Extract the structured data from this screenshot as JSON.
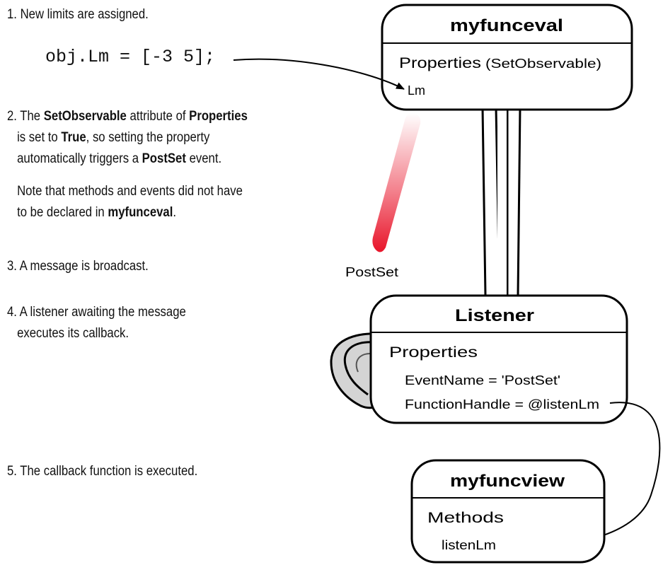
{
  "steps": {
    "s1": "1. New limits are assigned.",
    "code": "obj.Lm = [-3 5];",
    "s2_prefix": "2. The ",
    "s2_b1": "SetObservable",
    "s2_mid1": " attribute of ",
    "s2_b2": "Properties",
    "s2_line2_pre": "is set to ",
    "s2_b3": "True",
    "s2_line2_post": ", so setting the property",
    "s2_line3_pre": "automatically triggers a ",
    "s2_b4": "PostSet",
    "s2_line3_post": " event.",
    "note_line1": "Note that methods and events did not have",
    "note_line2_pre": "to be declared in ",
    "note_b": "myfunceval",
    "note_line2_post": ".",
    "s3": "3. A message is broadcast.",
    "s4_line1": "4. A listener awaiting the message",
    "s4_line2": "executes its callback.",
    "s5": "5. The callback function is executed."
  },
  "myfunceval": {
    "title": "myfunceval",
    "section": "Properties",
    "section_note": "(SetObservable)",
    "item": "Lm"
  },
  "event_label": "PostSet",
  "listener": {
    "title": "Listener",
    "section": "Properties",
    "item1": "EventName = 'PostSet'",
    "item2": "FunctionHandle = @listenLm"
  },
  "myfuncview": {
    "title": "myfuncview",
    "section": "Methods",
    "item": "listenLm"
  },
  "colors": {
    "stroke": "#000000",
    "pulse": "#e8152a",
    "ear_fill": "#cfcfcf"
  }
}
